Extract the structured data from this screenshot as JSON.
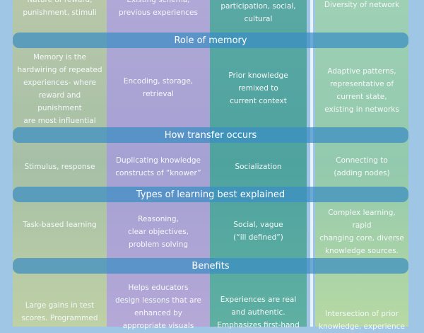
{
  "rows": [
    {
      "cells": [
        "Nature of reward,\npunishment, stimuli",
        "Existing schema,\nprevious experiences",
        "participation, social,\ncultural",
        "Diversity of network"
      ]
    },
    {
      "header": "Role of memory",
      "cells": [
        "Memory is the\nhardwiring of repeated\nexperiences- where\nreward and punishment\nare most influential",
        "Encoding, storage,\nretrieval",
        "Prior knowledge\nremixed to\ncurrent context",
        "Adaptive patterns,\nrepresentative of\ncurrent state,\nexisting in networks"
      ]
    },
    {
      "header": "How transfer occurs",
      "cells": [
        "Stimulus, response",
        "Duplicating knowledge\nconstructs of “knower”",
        "Socialization",
        "Connecting to\n(adding nodes)"
      ]
    },
    {
      "header": "Types of learning best explained",
      "cells": [
        "Task-based learning",
        "Reasoning,\nclear objectives,\nproblem solving",
        "Social, vague\n(“ill defined”)",
        "Complex learning, rapid\nchanging core, diverse\nknowledge sources."
      ]
    },
    {
      "header": "Benefits",
      "cells": [
        "Large gains in test\nscores. Programmed",
        "Helps educators\ndesign lessons that are\nenhanced by\nappropriate visuals",
        "Experiences are real\nand authentic.\nEmphasizes first-hand",
        "Intersection of prior\nknowledge, experience"
      ]
    }
  ]
}
